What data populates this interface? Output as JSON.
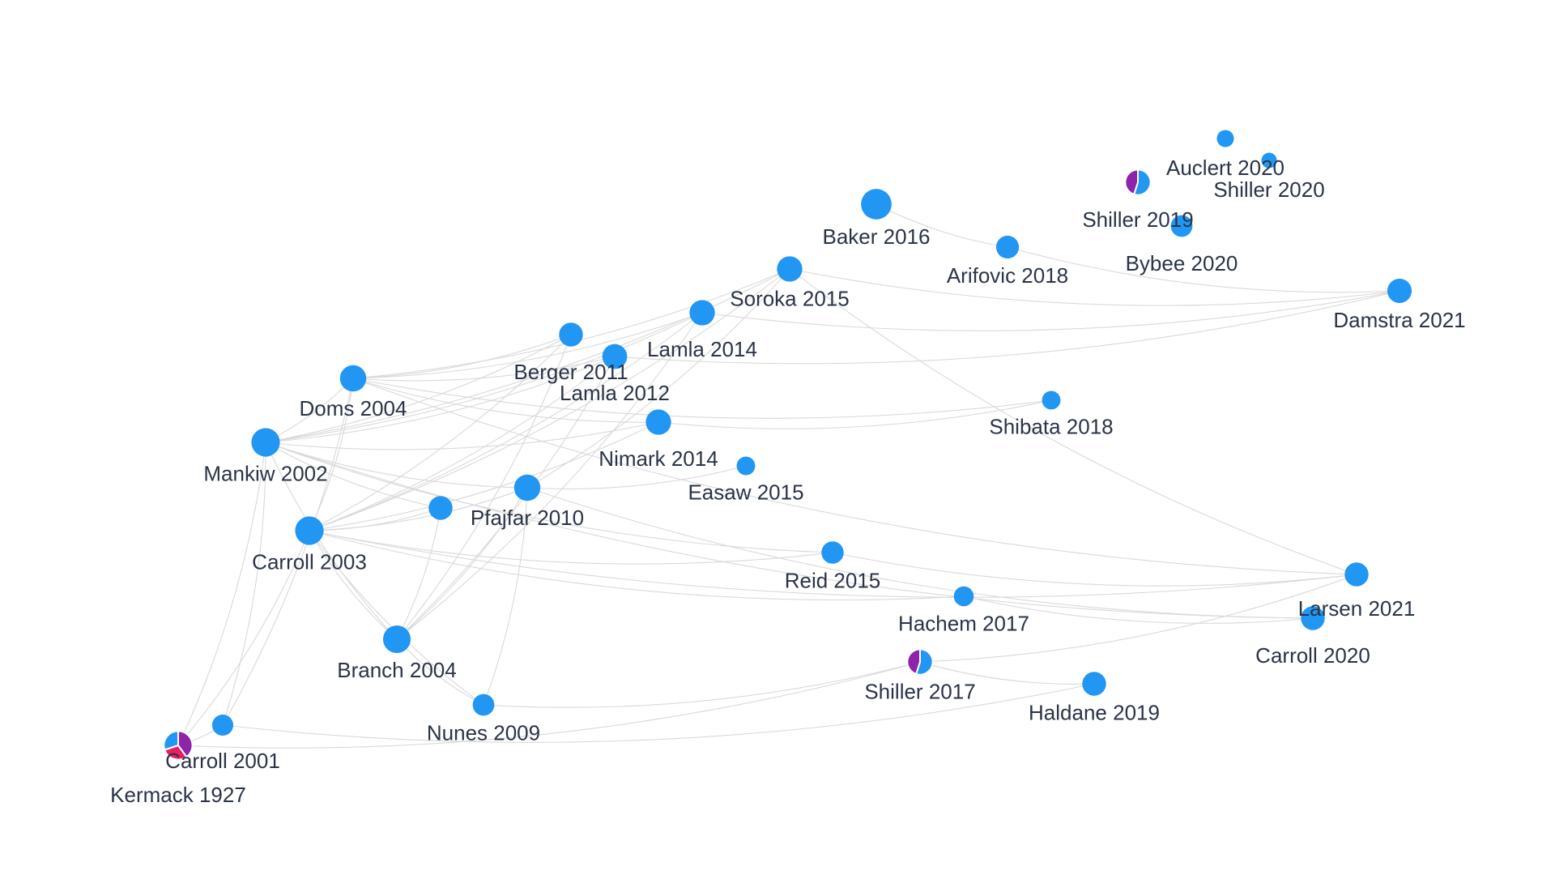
{
  "colors": {
    "primary": "#2196f3",
    "secondary": "#8e24aa",
    "tertiary": "#e91e63",
    "edge": "#d9d9d9",
    "label": "#2a3447"
  },
  "nodes": [
    {
      "id": "kermack-1927",
      "label": "Kermack 1927",
      "weight": 3,
      "segments": [
        {
          "color": "secondary",
          "share": 0.4
        },
        {
          "color": "tertiary",
          "share": 0.3
        },
        {
          "color": "primary",
          "share": 0.3
        }
      ]
    },
    {
      "id": "carroll-2001",
      "label": "Carroll 2001",
      "weight": 1.5,
      "segments": [
        {
          "color": "primary",
          "share": 1
        }
      ]
    },
    {
      "id": "mankiw-2002",
      "label": "Mankiw 2002",
      "weight": 3,
      "segments": [
        {
          "color": "primary",
          "share": 1
        }
      ]
    },
    {
      "id": "carroll-2003",
      "label": "Carroll 2003",
      "weight": 3,
      "segments": [
        {
          "color": "primary",
          "share": 1
        }
      ]
    },
    {
      "id": "doms-2004",
      "label": "Doms 2004",
      "weight": 2.5,
      "segments": [
        {
          "color": "primary",
          "share": 1
        }
      ]
    },
    {
      "id": "branch-2004",
      "label": "Branch 2004",
      "weight": 2.8,
      "segments": [
        {
          "color": "primary",
          "share": 1
        }
      ]
    },
    {
      "id": "nunes-2009",
      "label": "Nunes 2009",
      "weight": 1.6,
      "segments": [
        {
          "color": "primary",
          "share": 1
        }
      ]
    },
    {
      "id": "pfajfar-2010",
      "label": "Pfajfar 2010",
      "weight": 2.5,
      "segments": [
        {
          "color": "primary",
          "share": 1
        }
      ]
    },
    {
      "id": "pfajfar-2010b",
      "label": "",
      "weight": 2,
      "segments": [
        {
          "color": "primary",
          "share": 1
        }
      ]
    },
    {
      "id": "berger-2011",
      "label": "Berger 2011",
      "weight": 2,
      "segments": [
        {
          "color": "primary",
          "share": 1
        }
      ]
    },
    {
      "id": "lamla-2012",
      "label": "Lamla 2012",
      "weight": 2.2,
      "segments": [
        {
          "color": "primary",
          "share": 1
        }
      ]
    },
    {
      "id": "lamla-2014",
      "label": "Lamla 2014",
      "weight": 2.3,
      "segments": [
        {
          "color": "primary",
          "share": 1
        }
      ]
    },
    {
      "id": "nimark-2014",
      "label": "Nimark 2014",
      "weight": 2.3,
      "segments": [
        {
          "color": "primary",
          "share": 1
        }
      ]
    },
    {
      "id": "soroka-2015",
      "label": "Soroka 2015",
      "weight": 2.3,
      "segments": [
        {
          "color": "primary",
          "share": 1
        }
      ]
    },
    {
      "id": "easaw-2015",
      "label": "Easaw 2015",
      "weight": 1.1,
      "segments": [
        {
          "color": "primary",
          "share": 1
        }
      ]
    },
    {
      "id": "reid-2015",
      "label": "Reid 2015",
      "weight": 1.7,
      "segments": [
        {
          "color": "primary",
          "share": 1
        }
      ]
    },
    {
      "id": "baker-2016",
      "label": "Baker 2016",
      "weight": 3.5,
      "segments": [
        {
          "color": "primary",
          "share": 1
        }
      ]
    },
    {
      "id": "hachem-2017",
      "label": "Hachem 2017",
      "weight": 1.3,
      "segments": [
        {
          "color": "primary",
          "share": 1
        }
      ]
    },
    {
      "id": "shiller-2017",
      "label": "Shiller 2017",
      "weight": 2.3,
      "segments": [
        {
          "color": "primary",
          "share": 0.55
        },
        {
          "color": "secondary",
          "share": 0.45
        }
      ]
    },
    {
      "id": "arifovic-2018",
      "label": "Arifovic 2018",
      "weight": 1.8,
      "segments": [
        {
          "color": "primary",
          "share": 1
        }
      ]
    },
    {
      "id": "shibata-2018",
      "label": "Shibata 2018",
      "weight": 1.1,
      "segments": [
        {
          "color": "primary",
          "share": 1
        }
      ]
    },
    {
      "id": "shiller-2019",
      "label": "Shiller 2019",
      "weight": 2.3,
      "segments": [
        {
          "color": "primary",
          "share": 0.55
        },
        {
          "color": "secondary",
          "share": 0.45
        }
      ]
    },
    {
      "id": "haldane-2019",
      "label": "Haldane 2019",
      "weight": 2,
      "segments": [
        {
          "color": "primary",
          "share": 1
        }
      ]
    },
    {
      "id": "auclert-2020",
      "label": "Auclert 2020",
      "weight": 0.9,
      "segments": [
        {
          "color": "primary",
          "share": 1
        }
      ]
    },
    {
      "id": "shiller-2020",
      "label": "Shiller 2020",
      "weight": 0.7,
      "segments": [
        {
          "color": "primary",
          "share": 1
        }
      ]
    },
    {
      "id": "bybee-2020",
      "label": "Bybee 2020",
      "weight": 1.6,
      "segments": [
        {
          "color": "primary",
          "share": 1
        }
      ]
    },
    {
      "id": "carroll-2020",
      "label": "Carroll 2020",
      "weight": 2,
      "segments": [
        {
          "color": "primary",
          "share": 1
        }
      ]
    },
    {
      "id": "damstra-2021",
      "label": "Damstra 2021",
      "weight": 2.1,
      "segments": [
        {
          "color": "primary",
          "share": 1
        }
      ]
    },
    {
      "id": "larsen-2021",
      "label": "Larsen 2021",
      "weight": 2,
      "segments": [
        {
          "color": "primary",
          "share": 1
        }
      ]
    }
  ],
  "edges": [
    [
      "kermack-1927",
      "carroll-2001"
    ],
    [
      "kermack-1927",
      "shiller-2017"
    ],
    [
      "kermack-1927",
      "mankiw-2002"
    ],
    [
      "kermack-1927",
      "carroll-2003"
    ],
    [
      "carroll-2001",
      "mankiw-2002"
    ],
    [
      "carroll-2001",
      "doms-2004"
    ],
    [
      "carroll-2001",
      "haldane-2019"
    ],
    [
      "mankiw-2002",
      "doms-2004"
    ],
    [
      "mankiw-2002",
      "pfajfar-2010"
    ],
    [
      "mankiw-2002",
      "pfajfar-2010b"
    ],
    [
      "mankiw-2002",
      "berger-2011"
    ],
    [
      "mankiw-2002",
      "lamla-2012"
    ],
    [
      "mankiw-2002",
      "lamla-2014"
    ],
    [
      "mankiw-2002",
      "nimark-2014"
    ],
    [
      "mankiw-2002",
      "soroka-2015"
    ],
    [
      "mankiw-2002",
      "reid-2015"
    ],
    [
      "mankiw-2002",
      "branch-2004"
    ],
    [
      "mankiw-2002",
      "carroll-2020"
    ],
    [
      "carroll-2003",
      "doms-2004"
    ],
    [
      "carroll-2003",
      "pfajfar-2010"
    ],
    [
      "carroll-2003",
      "pfajfar-2010b"
    ],
    [
      "carroll-2003",
      "berger-2011"
    ],
    [
      "carroll-2003",
      "lamla-2012"
    ],
    [
      "carroll-2003",
      "lamla-2014"
    ],
    [
      "carroll-2003",
      "nimark-2014"
    ],
    [
      "carroll-2003",
      "soroka-2015"
    ],
    [
      "carroll-2003",
      "reid-2015"
    ],
    [
      "carroll-2003",
      "larsen-2021"
    ],
    [
      "carroll-2003",
      "hachem-2017"
    ],
    [
      "carroll-2003",
      "branch-2004"
    ],
    [
      "carroll-2003",
      "nunes-2009"
    ],
    [
      "doms-2004",
      "berger-2011"
    ],
    [
      "doms-2004",
      "lamla-2012"
    ],
    [
      "doms-2004",
      "lamla-2014"
    ],
    [
      "doms-2004",
      "soroka-2015"
    ],
    [
      "doms-2004",
      "nimark-2014"
    ],
    [
      "doms-2004",
      "larsen-2021"
    ],
    [
      "doms-2004",
      "shibata-2018"
    ],
    [
      "branch-2004",
      "pfajfar-2010"
    ],
    [
      "branch-2004",
      "pfajfar-2010b"
    ],
    [
      "branch-2004",
      "berger-2011"
    ],
    [
      "branch-2004",
      "lamla-2012"
    ],
    [
      "branch-2004",
      "lamla-2014"
    ],
    [
      "branch-2004",
      "nunes-2009"
    ],
    [
      "nunes-2009",
      "pfajfar-2010"
    ],
    [
      "nunes-2009",
      "shiller-2017"
    ],
    [
      "pfajfar-2010",
      "easaw-2015"
    ],
    [
      "pfajfar-2010",
      "carroll-2020"
    ],
    [
      "pfajfar-2010",
      "soroka-2015"
    ],
    [
      "lamla-2012",
      "damstra-2021"
    ],
    [
      "lamla-2014",
      "damstra-2021"
    ],
    [
      "soroka-2015",
      "damstra-2021"
    ],
    [
      "soroka-2015",
      "larsen-2021"
    ],
    [
      "nimark-2014",
      "shibata-2018"
    ],
    [
      "baker-2016",
      "arifovic-2018"
    ],
    [
      "arifovic-2018",
      "damstra-2021"
    ],
    [
      "reid-2015",
      "larsen-2021"
    ],
    [
      "shiller-2017",
      "larsen-2021"
    ],
    [
      "shiller-2017",
      "haldane-2019"
    ],
    [
      "hachem-2017",
      "carroll-2020"
    ]
  ]
}
